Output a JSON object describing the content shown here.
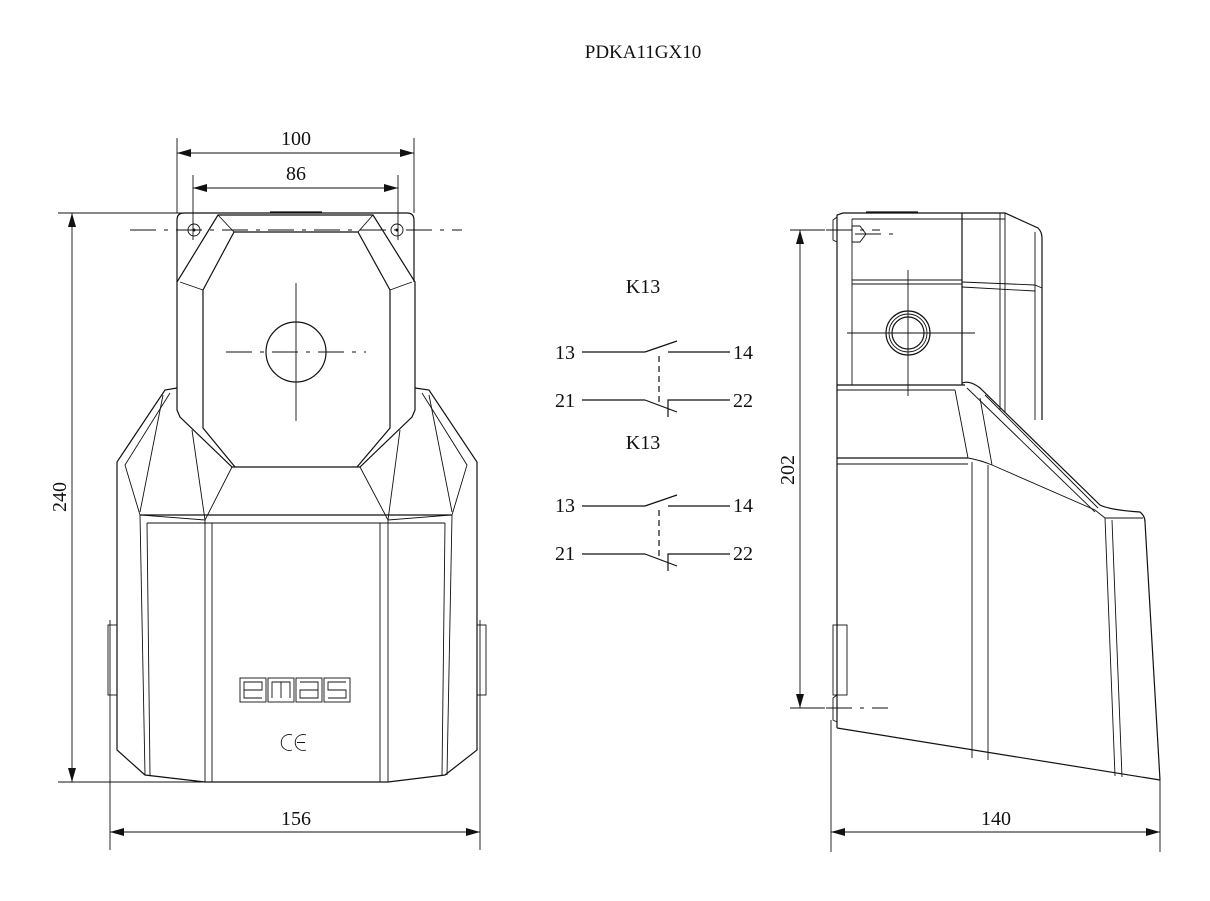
{
  "title": "PDKA11GX10",
  "front_view": {
    "dim_width_outer": "100",
    "dim_width_holes": "86",
    "dim_height": "240",
    "dim_base_width": "156",
    "logo_text": "emas",
    "ce_mark": "CE"
  },
  "side_view": {
    "dim_hole_spacing": "202",
    "dim_depth": "140"
  },
  "circuits": [
    {
      "name": "K13",
      "no_in": "13",
      "no_out": "14",
      "nc_in": "21",
      "nc_out": "22"
    },
    {
      "name": "K13",
      "no_in": "13",
      "no_out": "14",
      "nc_in": "21",
      "nc_out": "22"
    }
  ]
}
